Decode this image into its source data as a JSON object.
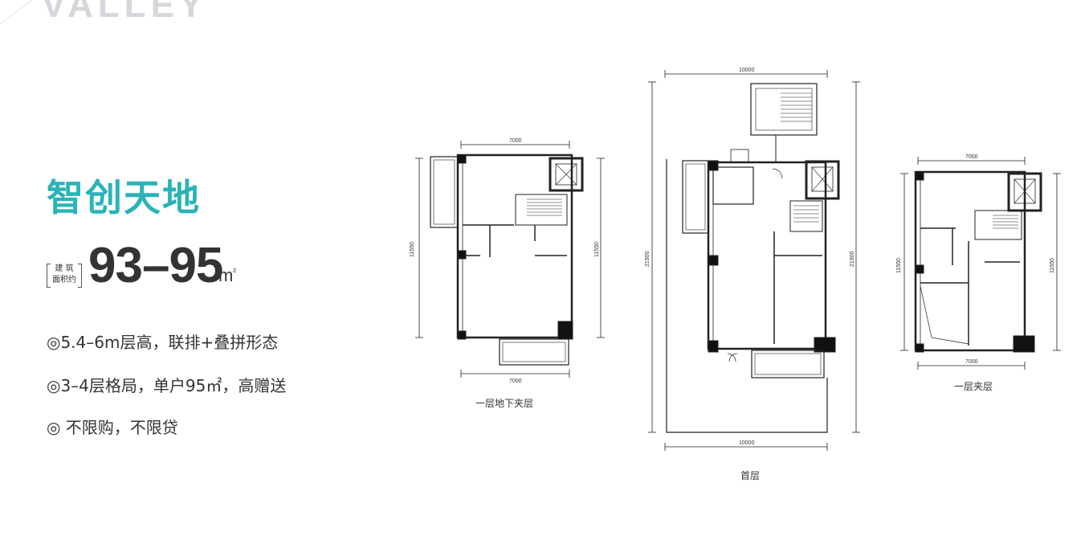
{
  "brand": "VALLEY",
  "title": "智创天地",
  "area": {
    "label_line1": "建 筑",
    "label_line2": "面积约",
    "range": "93–95",
    "unit": "m",
    "unit_sup": "²"
  },
  "features": [
    "◎5.4–6m层高，联排+叠拼形态",
    "◎3–4层格局，单户95㎡，高赠送",
    "◎ 不限购，不限贷"
  ],
  "plans": {
    "basement_mezz": {
      "label": "一层地下夹层",
      "dim_top": "7000",
      "dim_bottom": "7000",
      "dim_left": "11550",
      "dim_right": "11550"
    },
    "ground": {
      "label": "首层",
      "dim_top": "10000",
      "dim_bottom": "10000",
      "dim_left": "21900",
      "dim_right": "21900"
    },
    "first_mezz": {
      "label": "一层夹层",
      "dim_top": "7000",
      "dim_bottom": "7000",
      "dim_left": "11550",
      "dim_right": "11550"
    }
  }
}
